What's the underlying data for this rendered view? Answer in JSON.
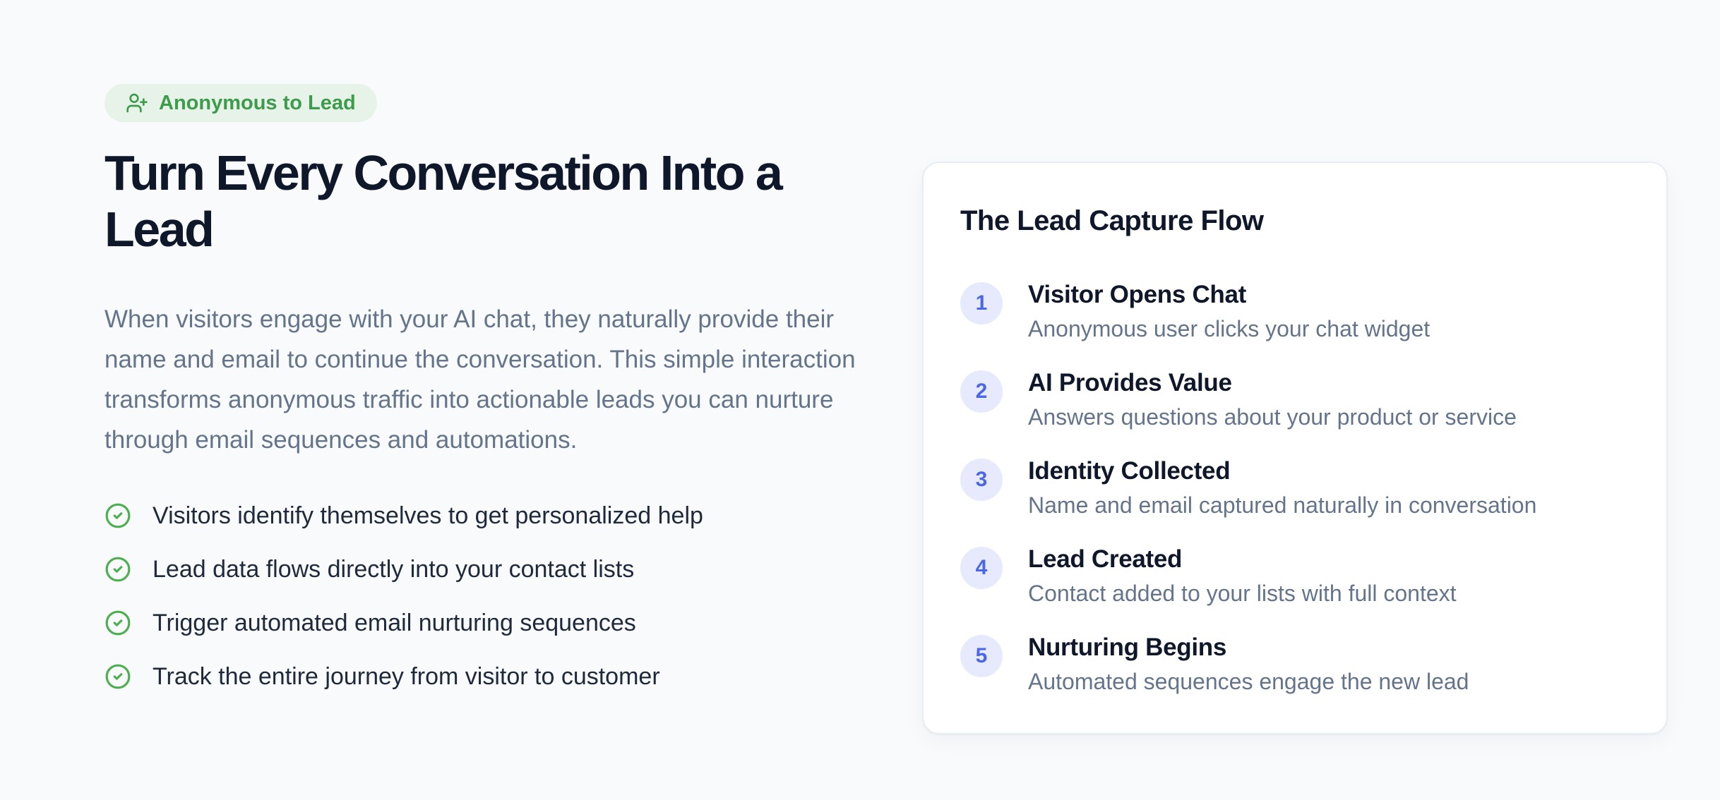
{
  "page": {
    "background_color": "#f8fafc"
  },
  "hero": {
    "badge": {
      "label": "Anonymous to Lead",
      "icon": "user-plus-icon",
      "text_color": "#3d9b4c",
      "background_color": "#e7f3e9"
    },
    "title": "Turn Every Conversation Into a Lead",
    "description": "When visitors engage with your AI chat, they naturally provide their name and email to continue the conversation. This simple interaction transforms anonymous traffic into actionable leads you can nurture through email sequences and automations.",
    "bullet_icon": "circle-check-icon",
    "bullet_icon_color": "#4caf50",
    "bullets": [
      {
        "text": "Visitors identify themselves to get personalized help"
      },
      {
        "text": "Lead data flows directly into your contact lists"
      },
      {
        "text": "Trigger automated email nurturing sequences"
      },
      {
        "text": "Track the entire journey from visitor to customer"
      }
    ]
  },
  "flow_card": {
    "title": "The Lead Capture Flow",
    "number_background_color": "#e7eafc",
    "number_text_color": "#4c66e8",
    "steps": [
      {
        "number": "1",
        "title": "Visitor Opens Chat",
        "description": "Anonymous user clicks your chat widget"
      },
      {
        "number": "2",
        "title": "AI Provides Value",
        "description": "Answers questions about your product or service"
      },
      {
        "number": "3",
        "title": "Identity Collected",
        "description": "Name and email captured naturally in conversation"
      },
      {
        "number": "4",
        "title": "Lead Created",
        "description": "Contact added to your lists with full context"
      },
      {
        "number": "5",
        "title": "Nurturing Begins",
        "description": "Automated sequences engage the new lead"
      }
    ]
  }
}
